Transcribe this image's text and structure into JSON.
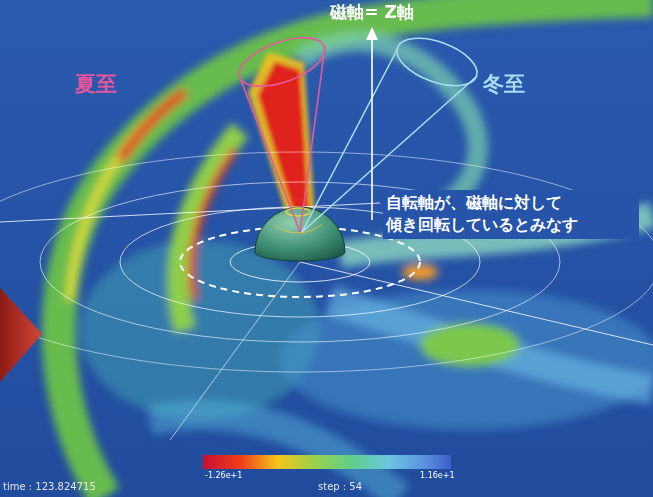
{
  "diagram": {
    "labels": [
      "磁軸= Z軸",
      "夏至",
      "冬至",
      "自転軸が、磁軸に対して 傾き回転しているとみなす",
      "-1.26e+1",
      "1.16e+1",
      "time : 123.824715",
      "step : 54"
    ]
  }
}
